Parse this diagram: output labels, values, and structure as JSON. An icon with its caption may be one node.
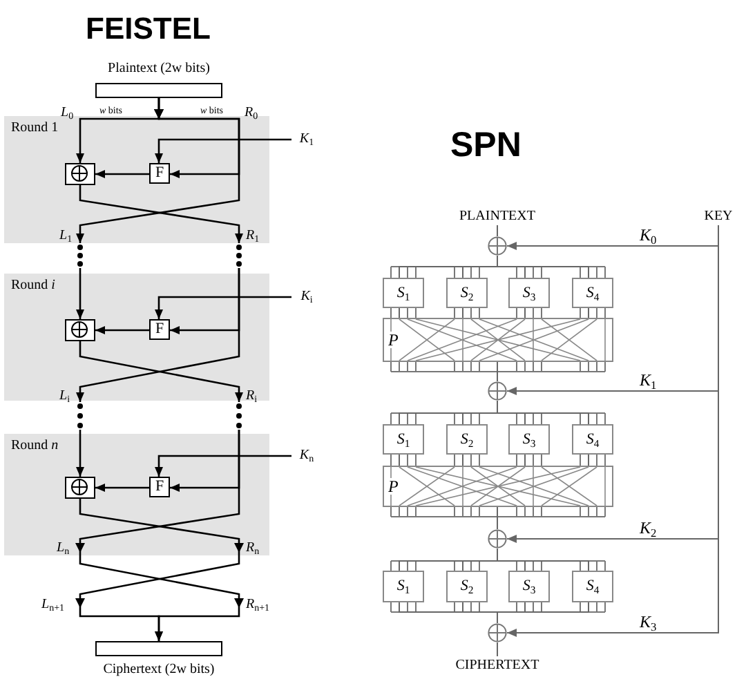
{
  "diagram": {
    "nodes": [
      {
        "text": [
          "Plaintext (2w bits)"
        ]
      },
      {
        "text": [
          "Round 1"
        ]
      },
      {
        "text": [],
        "shape": "box",
        "in": 1
      },
      {
        "text": [
          "F"
        ],
        "in": 1
      },
      {
        "text": [
          "*K*$_{1}$"
        ]
      },
      {
        "text": [],
        "shape": "dots"
      },
      {
        "text": [],
        "shape": "dots"
      },
      {
        "text": [
          "Round *i*"
        ]
      },
      {
        "text": [],
        "shape": "box",
        "in": 7
      },
      {
        "text": [
          "F"
        ],
        "in": 7
      },
      {
        "text": [
          "*K*$_{i}$"
        ]
      },
      {
        "text": [],
        "shape": "dots"
      },
      {
        "text": [],
        "shape": "dots"
      },
      {
        "text": [
          "Round *n*"
        ]
      },
      {
        "text": [],
        "shape": "box",
        "in": 13
      },
      {
        "text": [
          "F"
        ],
        "in": 13
      },
      {
        "text": [
          "*K*$_{n}$"
        ]
      },
      {
        "text": [
          "Ciphertext (2w bits)"
        ]
      },
      {
        "text": [
          "PLAINTEXT"
        ]
      },
      {
        "text": [
          "KEY"
        ]
      },
      {
        "text": [],
        "shape": "circle"
      },
      {
        "text": [
          "*S*$_{1}$"
        ]
      },
      {
        "text": [
          "*S*$_{2}$"
        ]
      },
      {
        "text": [
          "*S*$_{3}$"
        ]
      },
      {
        "text": [
          "*S*$_{4}$"
        ]
      },
      {
        "text": [
          "*P*"
        ]
      },
      {
        "text": [],
        "shape": "circle"
      },
      {
        "text": [
          "*S*$_{1}$"
        ]
      },
      {
        "text": [
          "*S*$_{2}$"
        ]
      },
      {
        "text": [
          "*S*$_{3}$"
        ]
      },
      {
        "text": [
          "*S*$_{4}$"
        ]
      },
      {
        "text": [
          "*P*"
        ]
      },
      {
        "text": [],
        "shape": "circle"
      },
      {
        "text": [
          "*S*$_{1}$"
        ]
      },
      {
        "text": [
          "*S*$_{2}$"
        ]
      },
      {
        "text": [
          "*S*$_{3}$"
        ]
      },
      {
        "text": [
          "*S*$_{4}$"
        ]
      },
      {
        "text": [],
        "shape": "circle"
      },
      {
        "text": [
          "CIPHERTEXT"
        ]
      }
    ],
    "edges": [
      {
        "from": 0,
        "to": 2,
        "arrow": "to",
        "color": "#000000"
      },
      {
        "from": 0,
        "to": 3,
        "arrow": "to",
        "color": "#000000"
      },
      {
        "from": 0,
        "to": 5,
        "arrow": "to",
        "color": "#000000"
      },
      {
        "from": 4,
        "to": 3,
        "arrow": "to",
        "color": "#000000"
      },
      {
        "from": 3,
        "to": 2,
        "arrow": "to",
        "color": "#000000"
      },
      {
        "from": 2,
        "to": 6,
        "arrow": "to",
        "color": "#000000"
      },
      {
        "from": 5,
        "to": 8,
        "arrow": "to",
        "color": "#000000"
      },
      {
        "from": 6,
        "to": 9,
        "arrow": "to",
        "color": "#000000"
      },
      {
        "from": 6,
        "to": 11,
        "arrow": "to",
        "color": "#000000"
      },
      {
        "from": 10,
        "to": 9,
        "arrow": "to",
        "color": "#000000"
      },
      {
        "from": 9,
        "to": 8,
        "arrow": "to",
        "color": "#000000"
      },
      {
        "from": 8,
        "to": 12,
        "arrow": "to",
        "color": "#000000"
      },
      {
        "from": 11,
        "to": 14,
        "arrow": "to",
        "color": "#000000"
      },
      {
        "from": 12,
        "to": 15,
        "arrow": "to",
        "color": "#000000"
      },
      {
        "from": 12,
        "to": 17,
        "arrow": "to",
        "color": "#000000"
      },
      {
        "from": 16,
        "to": 15,
        "arrow": "to",
        "color": "#000000"
      },
      {
        "from": 15,
        "to": 14,
        "arrow": "to",
        "color": "#000000"
      },
      {
        "from": 14,
        "to": 17,
        "arrow": "to",
        "color": "#000000"
      },
      {
        "from": 18,
        "to": 20,
        "arrow": "none"
      },
      {
        "from": 19,
        "to": 20,
        "arrow": "to",
        "label": "*K*$_{0}$"
      },
      {
        "from": 20,
        "to": 21,
        "arrow": "none"
      },
      {
        "from": 20,
        "to": 22,
        "arrow": "none"
      },
      {
        "from": 20,
        "to": 23,
        "arrow": "none"
      },
      {
        "from": 20,
        "to": 24,
        "arrow": "none"
      },
      {
        "from": 21,
        "to": 25,
        "arrow": "none"
      },
      {
        "from": 22,
        "to": 25,
        "arrow": "none"
      },
      {
        "from": 23,
        "to": 25,
        "arrow": "none"
      },
      {
        "from": 24,
        "to": 25,
        "arrow": "none"
      },
      {
        "from": 25,
        "to": 26,
        "arrow": "none"
      },
      {
        "from": 19,
        "to": 26,
        "arrow": "to",
        "label": "*K*$_{1}$"
      },
      {
        "from": 26,
        "to": 27,
        "arrow": "none"
      },
      {
        "from": 26,
        "to": 28,
        "arrow": "none"
      },
      {
        "from": 26,
        "to": 29,
        "arrow": "none"
      },
      {
        "from": 26,
        "to": 30,
        "arrow": "none"
      },
      {
        "from": 27,
        "to": 31,
        "arrow": "none"
      },
      {
        "from": 28,
        "to": 31,
        "arrow": "none"
      },
      {
        "from": 29,
        "to": 31,
        "arrow": "none"
      },
      {
        "from": 30,
        "to": 31,
        "arrow": "none"
      },
      {
        "from": 31,
        "to": 32,
        "arrow": "none"
      },
      {
        "from": 19,
        "to": 32,
        "arrow": "to",
        "label": "*K*$_{2}$"
      },
      {
        "from": 32,
        "to": 33,
        "arrow": "none"
      },
      {
        "from": 32,
        "to": 34,
        "arrow": "none"
      },
      {
        "from": 32,
        "to": 35,
        "arrow": "none"
      },
      {
        "from": 32,
        "to": 36,
        "arrow": "none"
      },
      {
        "from": 33,
        "to": 37,
        "arrow": "none"
      },
      {
        "from": 34,
        "to": 37,
        "arrow": "none"
      },
      {
        "from": 35,
        "to": 37,
        "arrow": "none"
      },
      {
        "from": 36,
        "to": 37,
        "arrow": "none"
      },
      {
        "from": 19,
        "to": 37,
        "arrow": "to",
        "label": "*K*$_{3}$"
      },
      {
        "from": 37,
        "to": 38,
        "arrow": "none"
      }
    ],
    "labels": [
      "FEISTEL",
      "SPN",
      "*L*$_{0}$",
      "*w* bits",
      "*w* bits",
      "*R*$_{0}$",
      "*L*$_{1}$",
      "*R*$_{1}$",
      "*L*$_{i}$",
      "*R*$_{i}$",
      "*L*$_{n}$",
      "*R*$_{n}$",
      "*L*$_{n+1}$",
      "*R*$_{n+1}$"
    ]
  }
}
